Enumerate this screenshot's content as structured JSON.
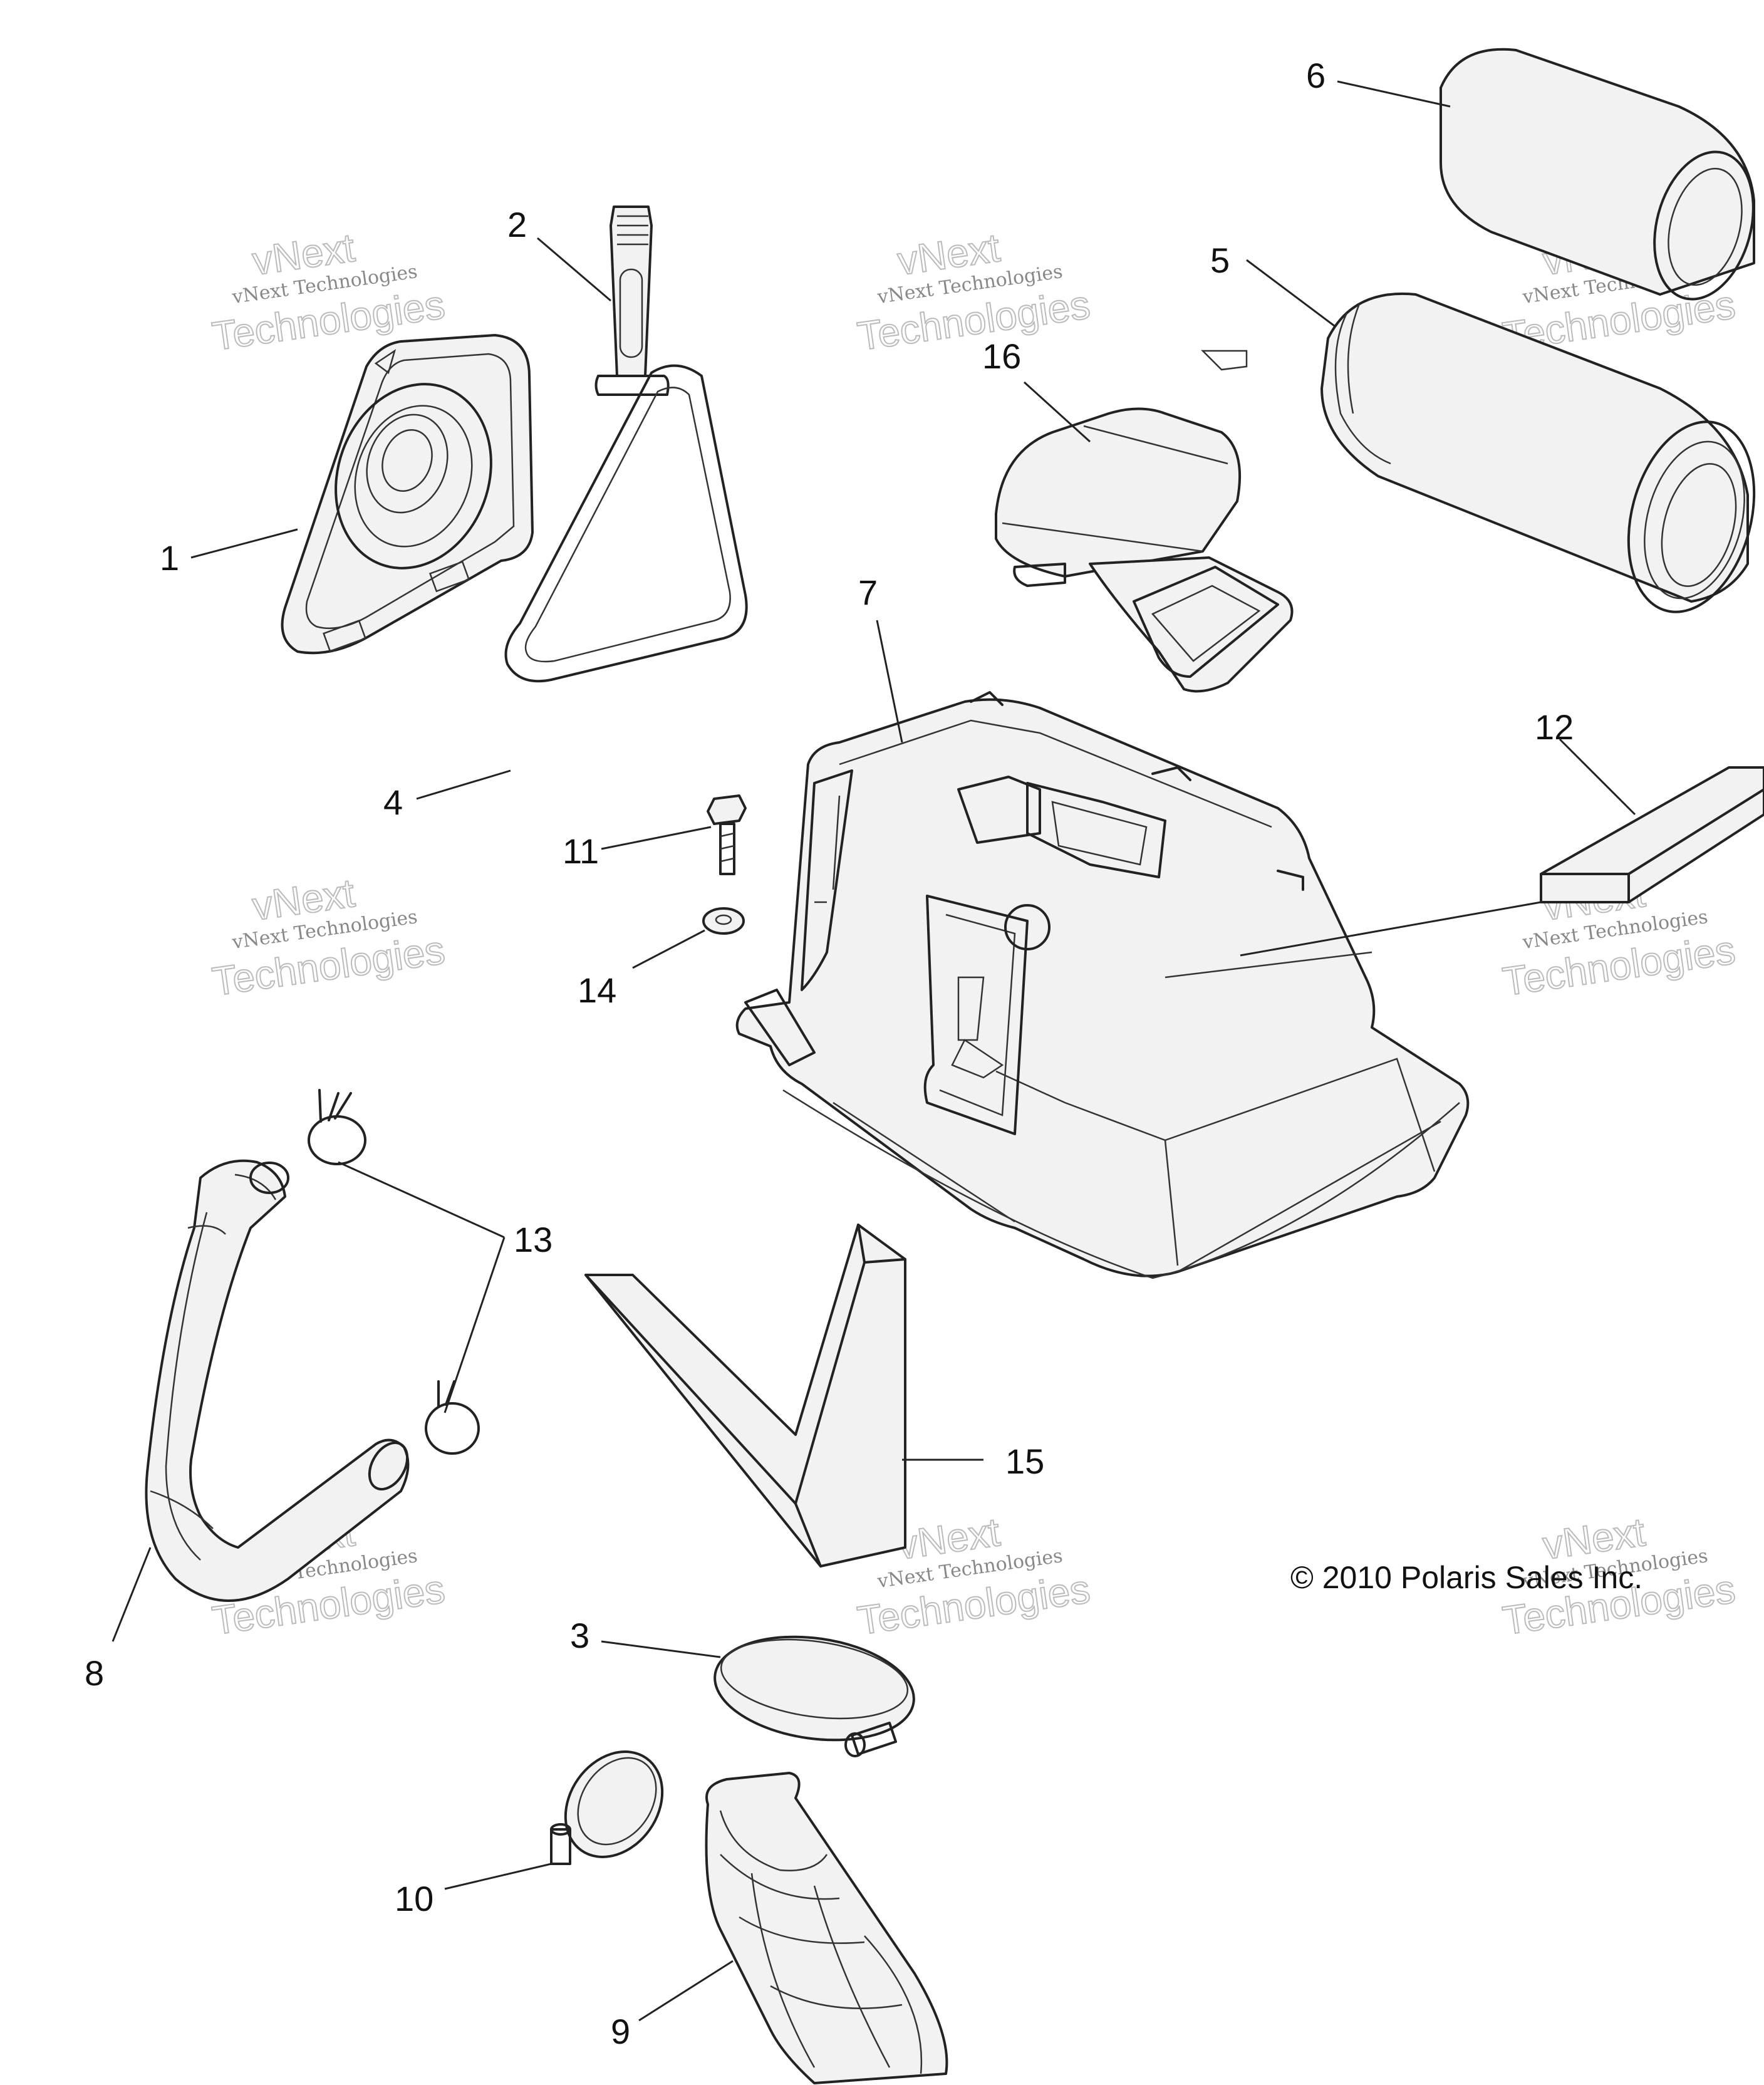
{
  "callouts": [
    "1",
    "2",
    "3",
    "4",
    "5",
    "6",
    "7",
    "8",
    "9",
    "10",
    "11",
    "12",
    "13",
    "14",
    "15",
    "16"
  ],
  "copyright": "© 2010 Polaris Sales Inc.",
  "watermark": {
    "line1": "vNext Technologies",
    "line2": "vNext",
    "line3": "Technologies"
  },
  "colors": {
    "line": "#222222",
    "watermark": "#bbbbbb",
    "background": "#ffffff"
  }
}
